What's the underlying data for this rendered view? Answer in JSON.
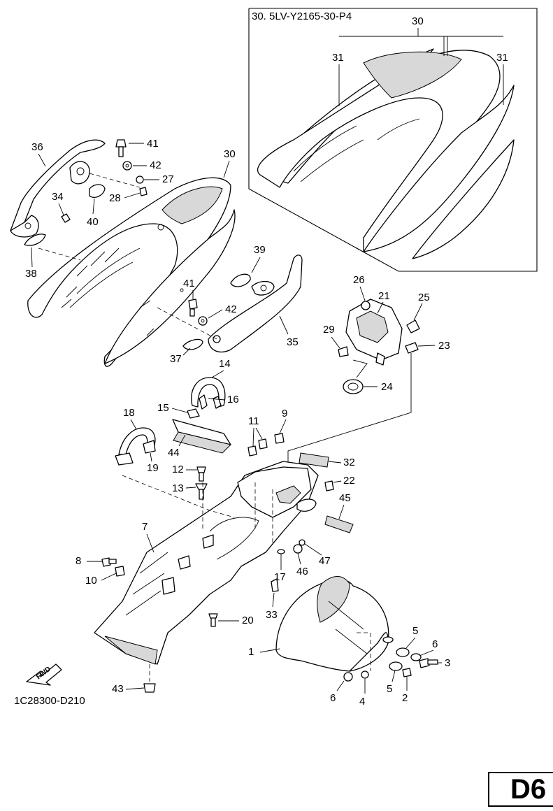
{
  "inset": {
    "title": "30. 5LV-Y2165-30-P4"
  },
  "drawing_code": "1C28300-D210",
  "page_code": "D6",
  "fwd_label": "FWD",
  "callouts": {
    "c1": "1",
    "c2": "2",
    "c3": "3",
    "c4": "4",
    "c5a": "5",
    "c5b": "5",
    "c6a": "6",
    "c6b": "6",
    "c7": "7",
    "c8": "8",
    "c9": "9",
    "c10": "10",
    "c11": "11",
    "c12": "12",
    "c13": "13",
    "c14": "14",
    "c15": "15",
    "c16": "16",
    "c17": "17",
    "c18": "18",
    "c19": "19",
    "c20": "20",
    "c21": "21",
    "c22": "22",
    "c23": "23",
    "c24": "24",
    "c25": "25",
    "c26": "26",
    "c27": "27",
    "c28": "28",
    "c29": "29",
    "c30a": "30",
    "c30b": "30",
    "c31a": "31",
    "c31b": "31",
    "c32": "32",
    "c33": "33",
    "c34": "34",
    "c35": "35",
    "c36": "36",
    "c37": "37",
    "c38": "38",
    "c39": "39",
    "c40": "40",
    "c41a": "41",
    "c41b": "41",
    "c42a": "42",
    "c42b": "42",
    "c43": "43",
    "c44": "44",
    "c45": "45",
    "c46": "46",
    "c47": "47"
  }
}
